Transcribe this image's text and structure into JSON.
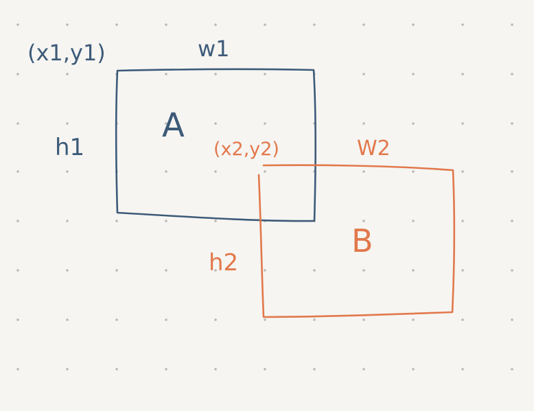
{
  "colors": {
    "background": "#f6f5f2",
    "grid_dot": "#b9b9b6",
    "rect_a": "#3d5a78",
    "rect_b": "#e2784b"
  },
  "rect_a": {
    "label": "A",
    "corner_label": "(x1,y1)",
    "width_label": "w1",
    "height_label": "h1"
  },
  "rect_b": {
    "label": "B",
    "corner_label": "(x2,y2)",
    "width_label": "W2",
    "height_label": "h2"
  }
}
